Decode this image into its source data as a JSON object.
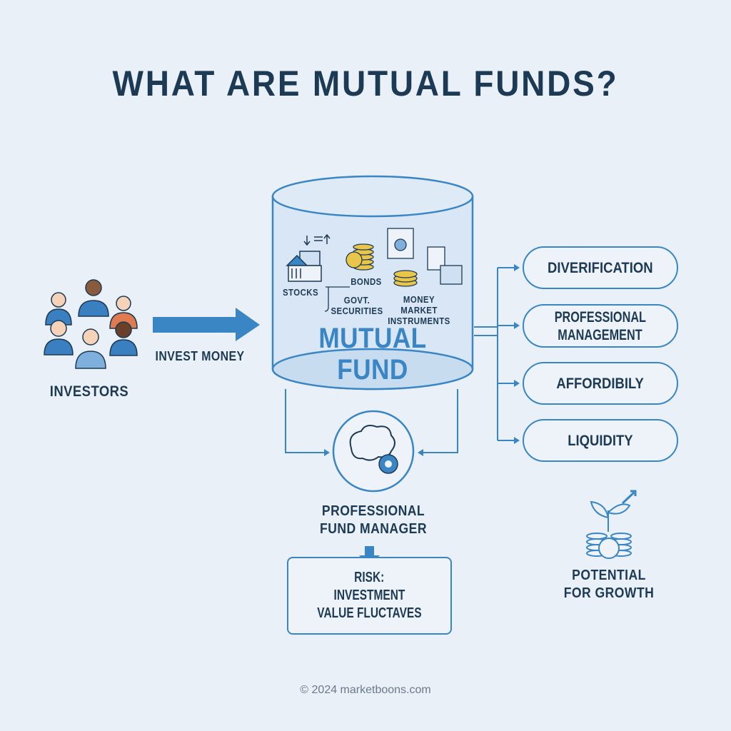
{
  "title": "WHAT ARE MUTUAL FUNDS?",
  "investors": {
    "label": "INVESTORS"
  },
  "invest_arrow": {
    "label": "INVEST MONEY"
  },
  "fund": {
    "label_line1": "MUTUAL",
    "label_line2": "FUND",
    "assets": {
      "stocks": "STOCKS",
      "bonds": "BONDS",
      "govt_line1": "GOVT.",
      "govt_line2": "SECURITIES",
      "money_line1": "MONEY MARKET",
      "money_line2": "INSTRUMENTS"
    }
  },
  "benefits": [
    {
      "line1": "DIVERIFICATION",
      "line2": ""
    },
    {
      "line1": "PROFESSIONAL",
      "line2": "MANAGEMENT"
    },
    {
      "line1": "AFFORDIBILY",
      "line2": ""
    },
    {
      "line1": "LIQUIDITY",
      "line2": ""
    }
  ],
  "manager": {
    "line1": "PROFESSIONAL",
    "line2": "FUND MANAGER"
  },
  "risk": {
    "line1": "RISK:",
    "line2": "INVESTMENT",
    "line3": "VALUE FLUCTAVES"
  },
  "growth": {
    "line1": "POTENTIAL",
    "line2": "FOR GROWTH"
  },
  "footer": "© 2024 marketboons.com",
  "colors": {
    "accent": "#3a86c4",
    "text": "#1d3a55",
    "background": "#eaf0f8"
  }
}
